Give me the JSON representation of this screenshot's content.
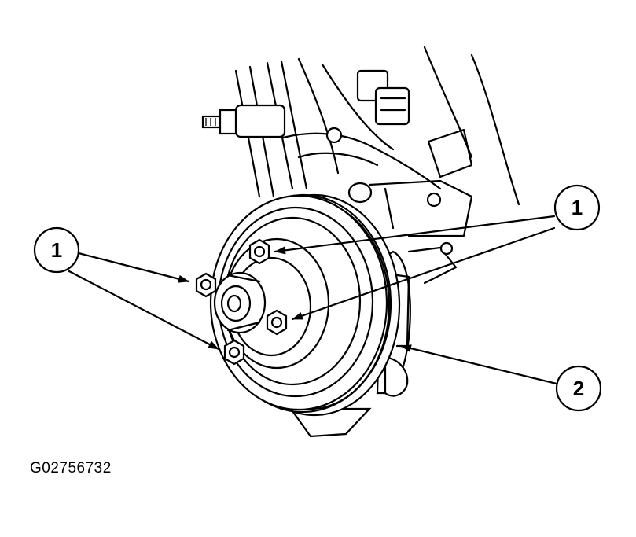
{
  "figure_id": "G02756732",
  "callouts": [
    {
      "label": "1"
    },
    {
      "label": "1"
    },
    {
      "label": "2"
    }
  ]
}
